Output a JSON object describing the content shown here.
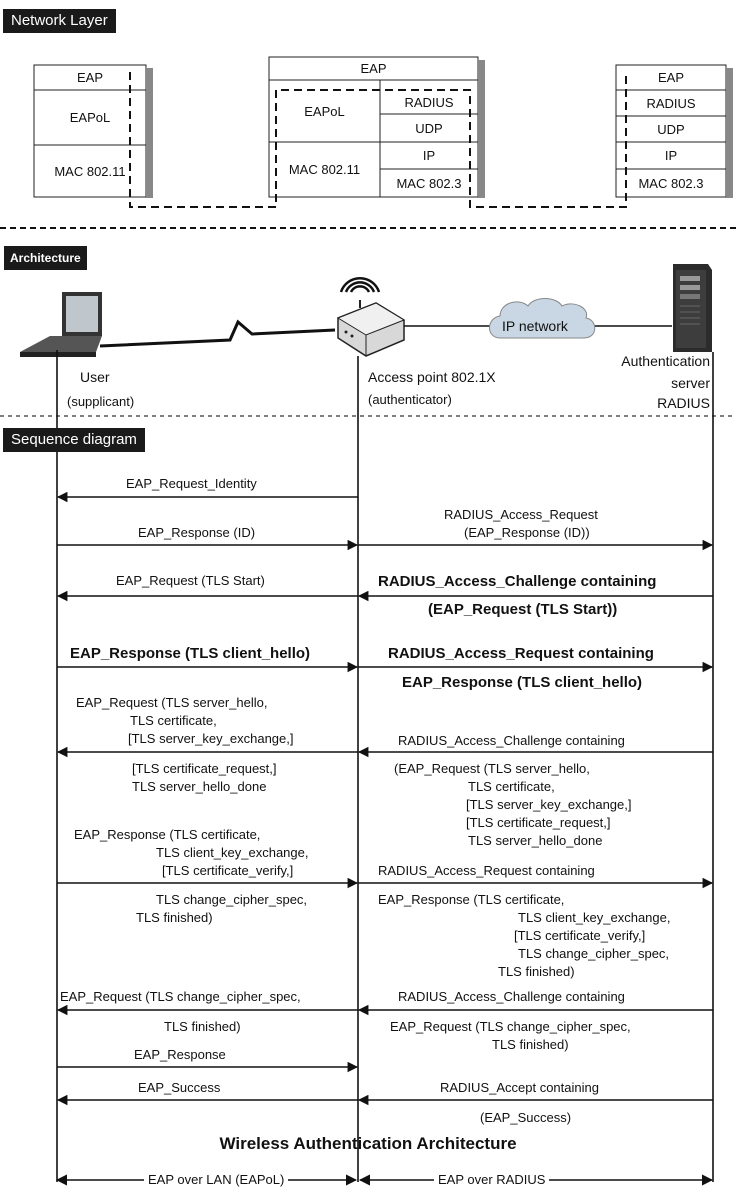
{
  "sections": {
    "network_layer": "Network Layer",
    "architecture": "Architecture",
    "sequence": "Sequence diagram"
  },
  "stack_supplicant": [
    "EAP",
    "EAPoL",
    "MAC 802.11"
  ],
  "stack_ap": {
    "top": "EAP",
    "left": [
      "EAPoL",
      "MAC 802.11"
    ],
    "right": [
      "RADIUS",
      "UDP",
      "IP",
      "MAC 802.3"
    ]
  },
  "stack_server": [
    "EAP",
    "RADIUS",
    "UDP",
    "IP",
    "MAC 802.3"
  ],
  "nodes": {
    "user": "User",
    "user_role": "(supplicant)",
    "ap": "Access point 802.1X",
    "ap_role": "(authenticator)",
    "cloud": "IP network",
    "server_1": "Authentication",
    "server_2": "server",
    "server_3": "RADIUS"
  },
  "messages": {
    "left": [
      [
        "EAP_Request_Identity"
      ],
      [
        "EAP_Response (ID)"
      ],
      [
        "EAP_Request (TLS Start)"
      ],
      [
        "EAP_Response (TLS client_hello)"
      ],
      [
        "EAP_Request (TLS server_hello,",
        "TLS certificate,",
        "[TLS server_key_exchange,]"
      ],
      [
        "[TLS certificate_request,]",
        "TLS server_hello_done"
      ],
      [
        "EAP_Response (TLS certificate,",
        "TLS client_key_exchange,",
        "[TLS certificate_verify,]"
      ],
      [
        "TLS change_cipher_spec,",
        "TLS finished)"
      ],
      [
        "EAP_Request (TLS change_cipher_spec,"
      ],
      [
        "TLS finished)"
      ],
      [
        "EAP_Response"
      ],
      [
        "EAP_Success"
      ]
    ],
    "right": [
      [
        "RADIUS_Access_Request",
        "(EAP_Response (ID))"
      ],
      [
        "RADIUS_Access_Challenge containing"
      ],
      [
        "(EAP_Request (TLS Start))"
      ],
      [
        "RADIUS_Access_Request containing"
      ],
      [
        "EAP_Response (TLS client_hello)"
      ],
      [
        "RADIUS_Access_Challenge containing"
      ],
      [
        "(EAP_Request (TLS server_hello,",
        "TLS certificate,",
        "[TLS server_key_exchange,]",
        "[TLS certificate_request,]",
        "TLS server_hello_done"
      ],
      [
        "RADIUS_Access_Request containing"
      ],
      [
        "EAP_Response (TLS certificate,",
        "TLS client_key_exchange,",
        "[TLS certificate_verify,]",
        "TLS change_cipher_spec,",
        "TLS finished)"
      ],
      [
        "RADIUS_Access_Challenge containing"
      ],
      [
        "EAP_Request (TLS change_cipher_spec,",
        "TLS finished)"
      ],
      [
        "RADIUS_Accept containing"
      ],
      [
        "(EAP_Success)"
      ]
    ]
  },
  "footer": {
    "title": "Wireless Authentication Architecture",
    "left_span": "EAP over LAN (EAPoL)",
    "right_span": "EAP over RADIUS"
  }
}
